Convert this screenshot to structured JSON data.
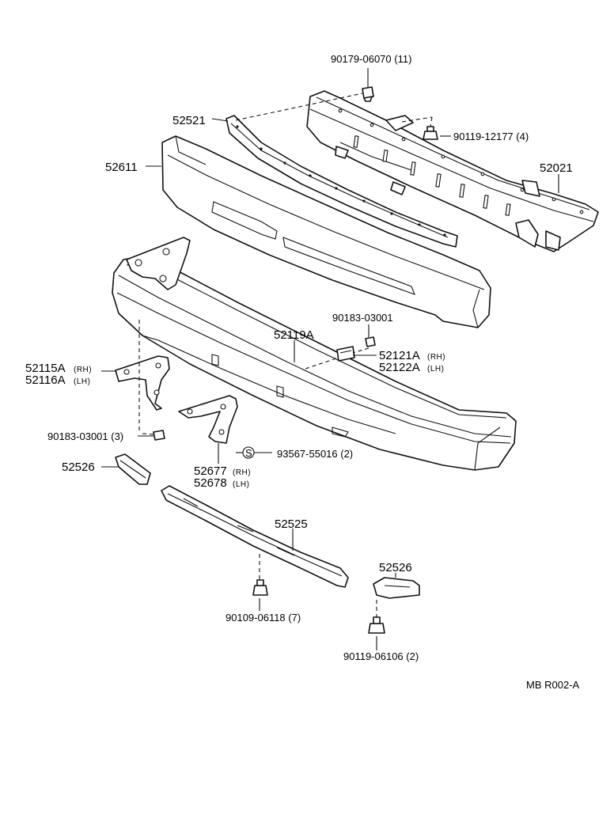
{
  "labels": {
    "p90179": "90179-06070 (11)",
    "p52521": "52521",
    "p90119_12177": "90119-12177 (4)",
    "p52611": "52611",
    "p52021": "52021",
    "p90183_top": "90183-03001",
    "p52119A": "52119A",
    "p52121A": "52121A",
    "p52121A_side": "(RH)",
    "p52122A": "52122A",
    "p52122A_side": "(LH)",
    "p52115A": "52115A",
    "p52115A_side": "(RH)",
    "p52116A": "52116A",
    "p52116A_side": "(LH)",
    "p90183_left": "90183-03001 (3)",
    "s_symbol": "S",
    "p93567": "93567-55016 (2)",
    "p52526_left": "52526",
    "p52677": "52677",
    "p52677_side": "(RH)",
    "p52678": "52678",
    "p52678_side": "(LH)",
    "p52525": "52525",
    "p52526_right": "52526",
    "p90109": "90109-06118 (7)",
    "p90119_06106": "90119-06106 (2)",
    "ref_code": "MB  R002-A"
  }
}
